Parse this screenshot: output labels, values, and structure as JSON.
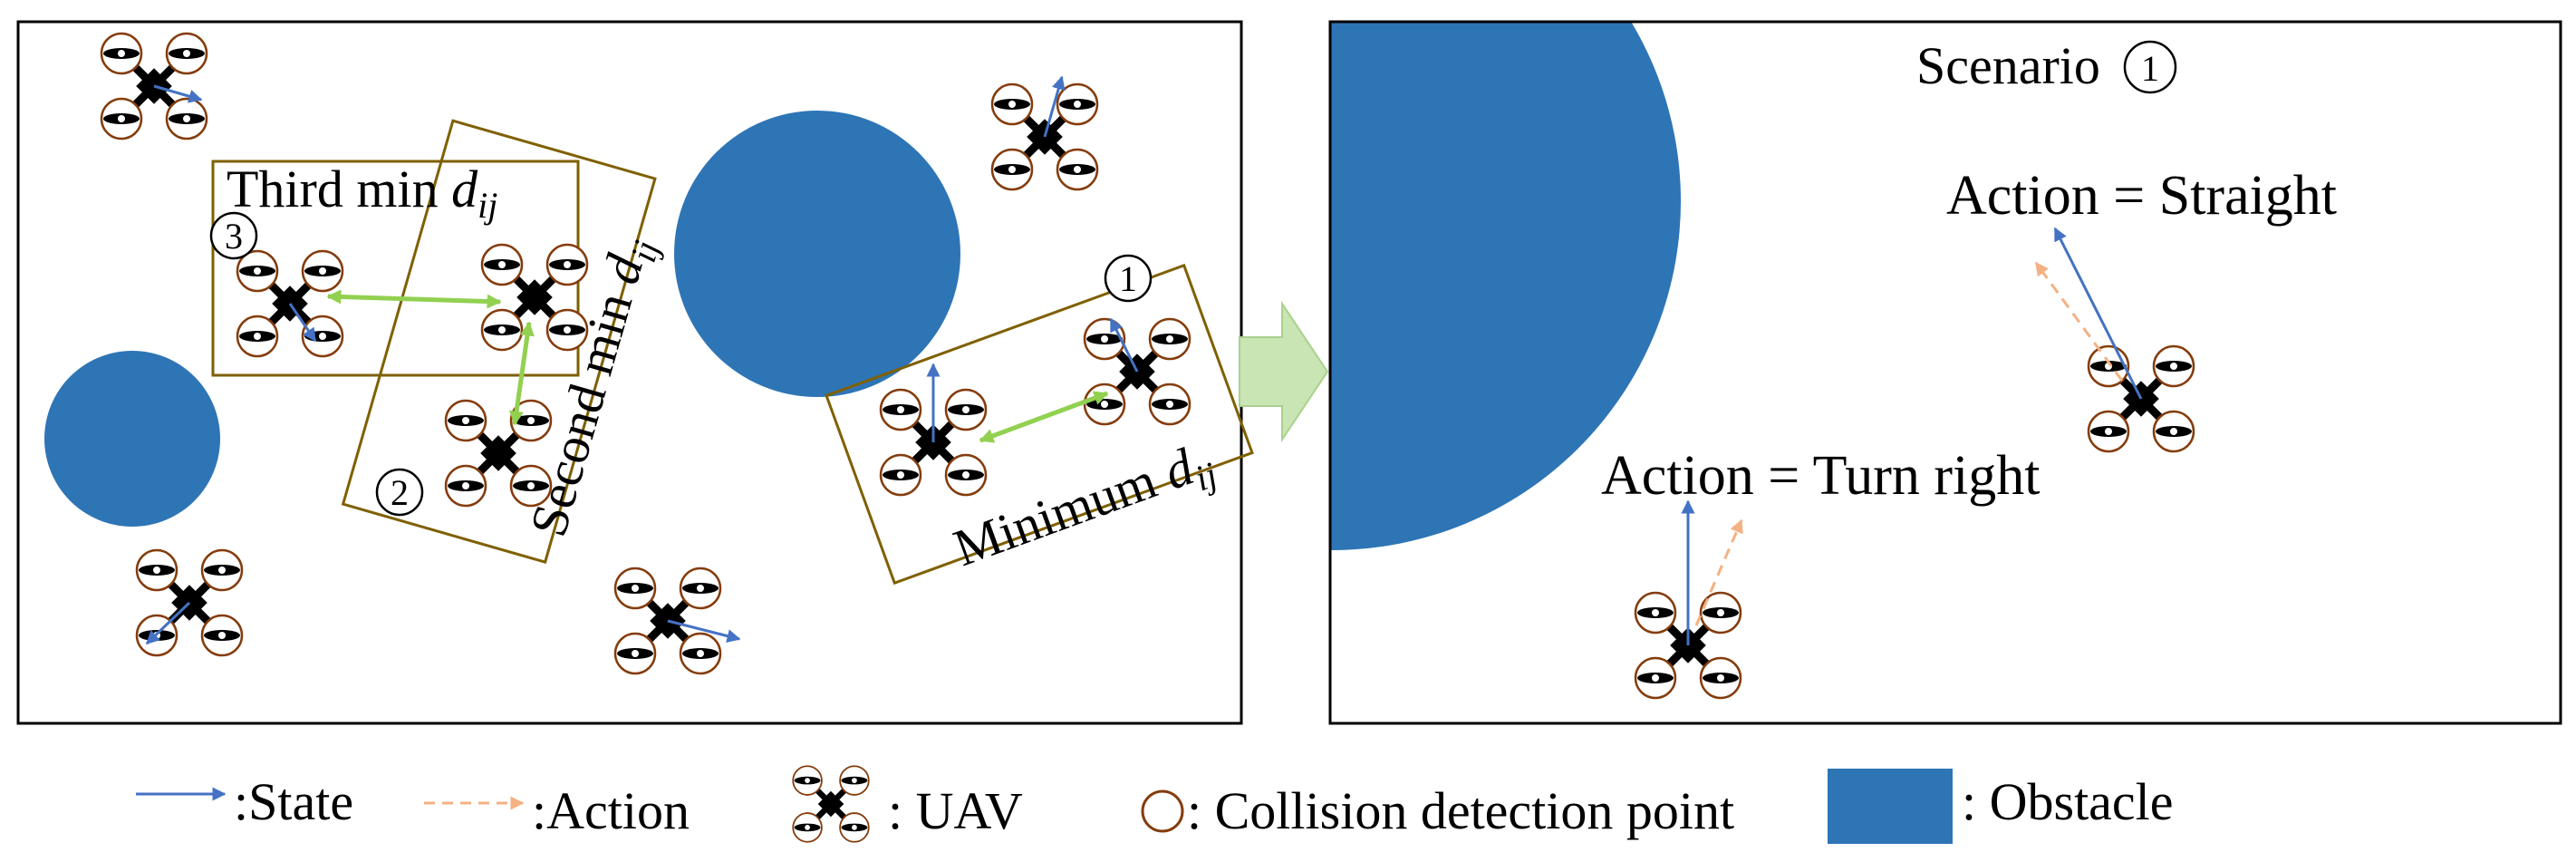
{
  "colors": {
    "obstacle": "#2E75B6",
    "state_arrow": "#4472C4",
    "action_arrow": "#F4B183",
    "distance_arrow": "#92D050",
    "transition_arrow": "#C9E5B4",
    "box": "#7F6000",
    "collision_point": "#843C0C",
    "uav": "#000000"
  },
  "left_panel": {
    "groups": [
      {
        "number": "1",
        "label_main": "Minimum ",
        "label_var": "d",
        "label_sub": "ij"
      },
      {
        "number": "2",
        "label_main": "Second min ",
        "label_var": "d",
        "label_sub": "ij"
      },
      {
        "number": "3",
        "label_main": "Third min ",
        "label_var": "d",
        "label_sub": "ij"
      }
    ]
  },
  "right_panel": {
    "scenario_label": "Scenario",
    "scenario_number": "1",
    "action_straight": "Action = Straight",
    "action_turn": "Action = Turn right"
  },
  "legend": {
    "state": ":State",
    "action": ":Action",
    "uav": ": UAV",
    "collision": ": Collision detection point",
    "obstacle": ": Obstacle"
  },
  "icons": [
    "uav-icon",
    "collision-point-icon",
    "state-arrow-icon",
    "action-arrow-icon",
    "obstacle-swatch"
  ]
}
